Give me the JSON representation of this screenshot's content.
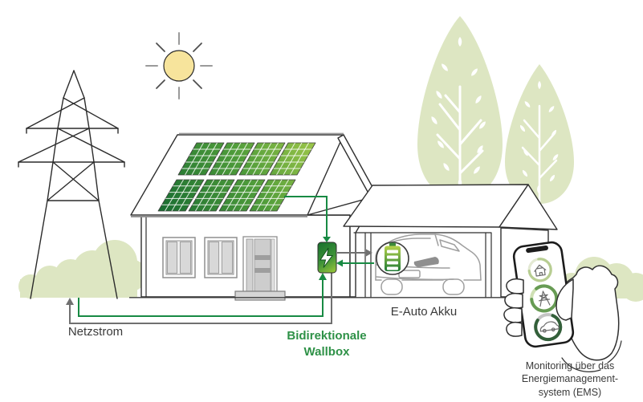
{
  "labels": {
    "netzstrom": "Netzstrom",
    "wallbox": "Bidirektionale\nWallbox",
    "e_auto_akku": "E-Auto Akku",
    "monitoring": "Monitoring über das\nEnergiemanagement-\nsystem (EMS)"
  },
  "icons": {
    "phone_screen": [
      "house-icon",
      "pylon-icon",
      "car-icon"
    ],
    "scene": [
      "sun",
      "power-pylon",
      "solar-panel-array",
      "wallbox-lightning-icon",
      "battery-icon",
      "smartphone"
    ]
  },
  "colors": {
    "accent_green": "#188a43",
    "accent_green_text": "#2e9147",
    "line_gray": "#707070",
    "text_dark": "#3a3a3a",
    "foliage": "#dde6c2",
    "sun_fill": "#f7e49c",
    "panel_dark": "#156a31",
    "panel_mid": "#4f9c3a",
    "panel_light": "#b6d44e",
    "wallbox_dark": "#166f2d",
    "wallbox_light": "#9fca3a",
    "battery_light": "#b9d44c",
    "battery_dark": "#1e7a35"
  }
}
